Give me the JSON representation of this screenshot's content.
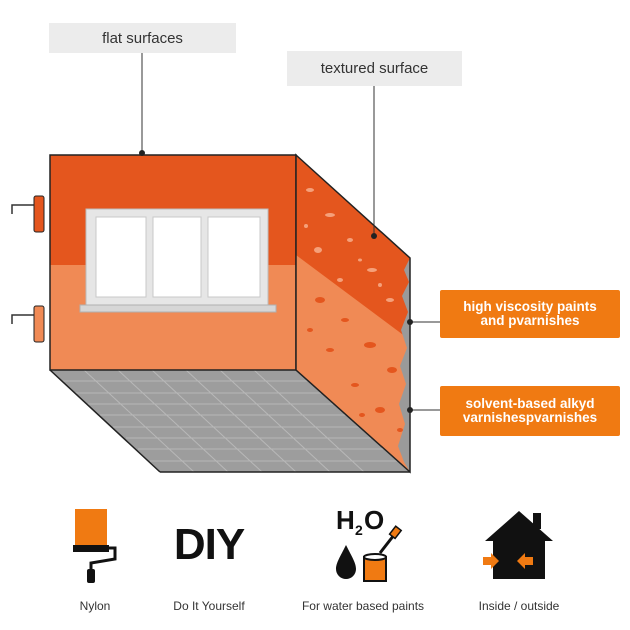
{
  "labels": {
    "flat": "flat surfaces",
    "textured": "textured surface"
  },
  "callouts": {
    "high_viscosity": "high viscosity paints and pvarnishes",
    "solvent": "solvent-based alkyd varnishespvarnishes"
  },
  "features": [
    {
      "icon": "roller-icon",
      "caption": "Nylon"
    },
    {
      "icon": "diy-text-icon",
      "text": "DIY",
      "caption": "Do It Yourself"
    },
    {
      "icon": "water-paint-icon",
      "caption": "For water based paints"
    },
    {
      "icon": "house-icon",
      "caption": "Inside / outside"
    }
  ],
  "colors": {
    "orange_dark": "#e4561e",
    "orange_light": "#f08a55",
    "accent": "#f07a12",
    "floor": "#9a9a9a"
  }
}
